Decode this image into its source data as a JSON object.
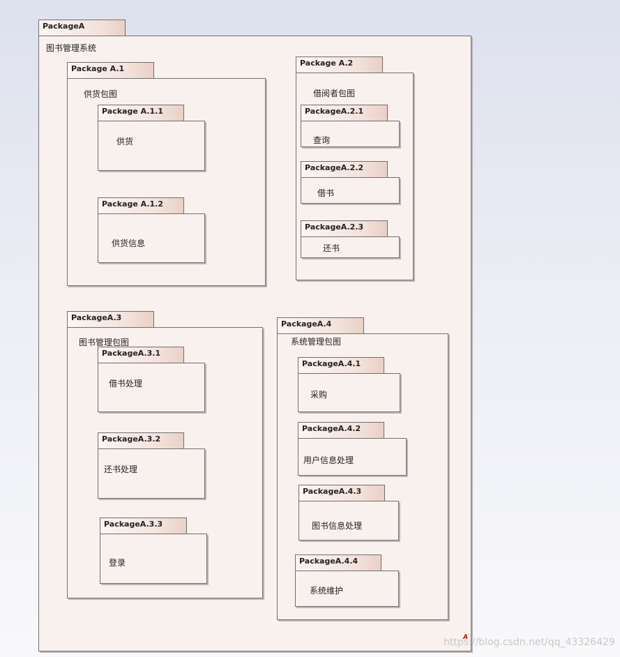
{
  "root": {
    "tab": "PackageA",
    "label": "图书管理系统"
  },
  "a1": {
    "tab": "Package A.1",
    "label": "供货包图",
    "a11": {
      "tab": "Package A.1.1",
      "label": "供货"
    },
    "a12": {
      "tab": "Package A.1.2",
      "label": "供货信息"
    }
  },
  "a2": {
    "tab": "Package A.2",
    "label": "借阅者包图",
    "a21": {
      "tab": "PackageA.2.1",
      "label": "查询"
    },
    "a22": {
      "tab": "PackageA.2.2",
      "label": "借书"
    },
    "a23": {
      "tab": "PackageA.2.3",
      "label": "还书"
    }
  },
  "a3": {
    "tab": "PackageA.3",
    "label": "图书管理包图",
    "a31": {
      "tab": "PackageA.3.1",
      "label": "借书处理"
    },
    "a32": {
      "tab": "PackageA.3.2",
      "label": "还书处理"
    },
    "a33": {
      "tab": "PackageA.3.3",
      "label": "登录"
    }
  },
  "a4": {
    "tab": "PackageA.4",
    "label": "系统管理包图",
    "a41": {
      "tab": "PackageA.4.1",
      "label": "采购"
    },
    "a42": {
      "tab": "PackageA.4.2",
      "label": "用户信息处理"
    },
    "a43": {
      "tab": "PackageA.4.3",
      "label": "图书信息处理"
    },
    "a44": {
      "tab": "PackageA.4.4",
      "label": "系统维护"
    }
  },
  "corner_mark": "A",
  "watermark": "https://blog.csdn.net/qq_43326429"
}
